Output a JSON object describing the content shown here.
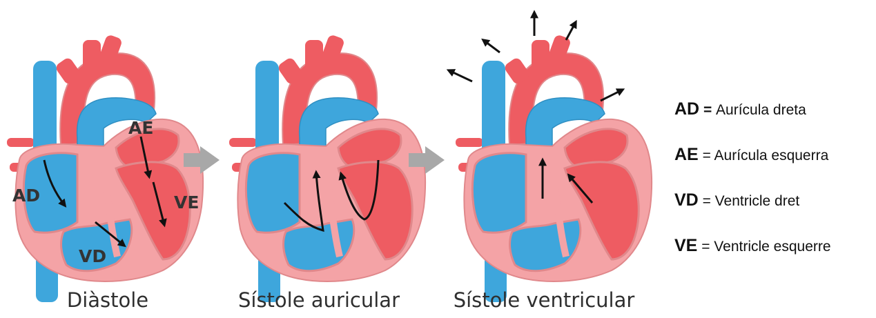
{
  "colors": {
    "vein_blue": "#3ea6dc",
    "artery_red": "#ee5c62",
    "heart_wall_pink": "#f4a3a6",
    "outline": "#e0888b"
  },
  "phases": [
    {
      "caption": "Diàstole",
      "chamber_labels": {
        "ad": "AD",
        "ae": "AE",
        "ve": "VE",
        "vd": "VD"
      }
    },
    {
      "caption": "Sístole auricular"
    },
    {
      "caption": "Sístole ventricular"
    }
  ],
  "transition_arrow_icon": "gray-arrow-right",
  "legend": [
    {
      "abbr": "AD",
      "sep": " = ",
      "text": "Aurícula dreta"
    },
    {
      "abbr": "AE",
      "sep": " = ",
      "text": "Aurícula esquerra"
    },
    {
      "abbr": "VD",
      "sep": " = ",
      "text": "Ventricle dret"
    },
    {
      "abbr": "VE",
      "sep": " = ",
      "text": "Ventricle esquerre"
    }
  ]
}
